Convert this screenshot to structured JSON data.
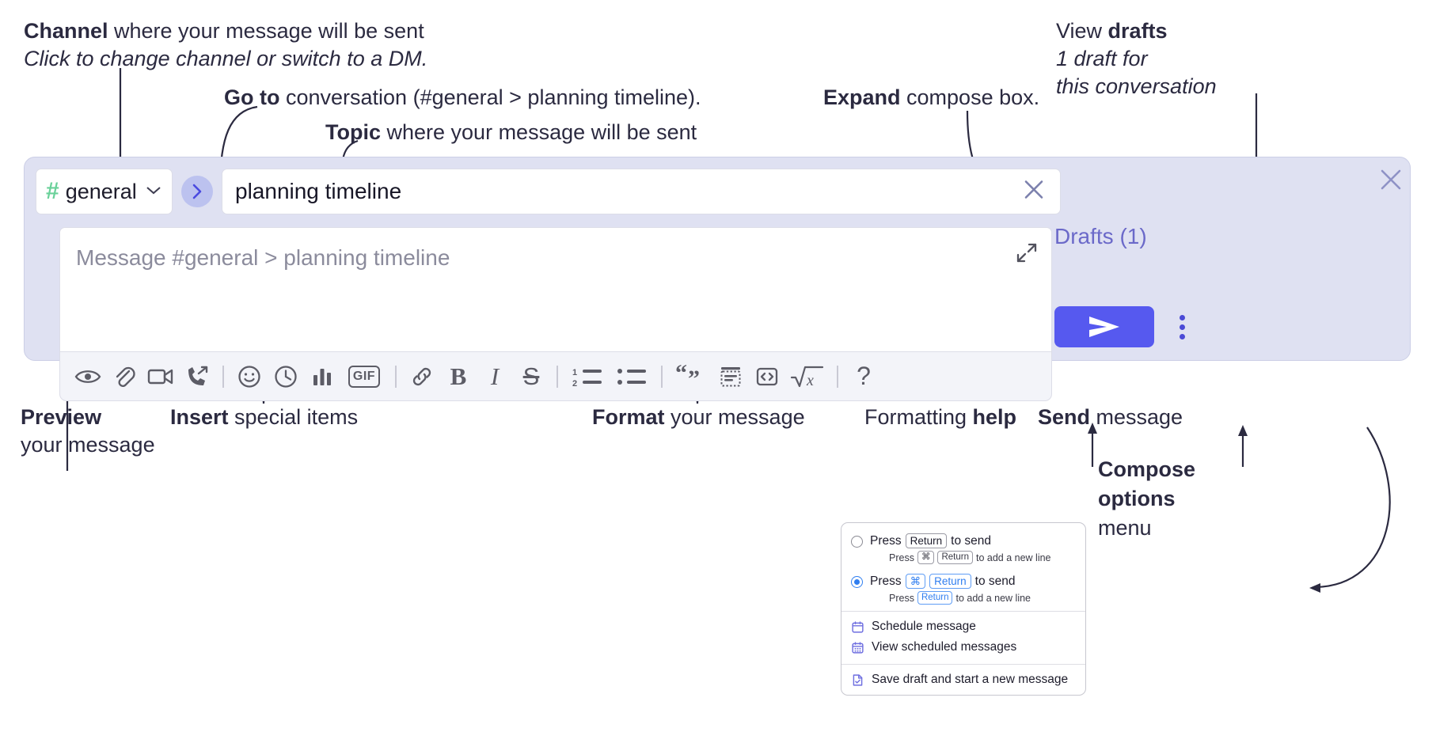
{
  "annotations": {
    "channel": {
      "bold": "Channel",
      "rest": " where your message will be sent",
      "italic": "Click to change channel or switch to a DM."
    },
    "goto": {
      "bold": "Go to",
      "rest": " conversation (#general > planning timeline)."
    },
    "topic": {
      "bold": "Topic",
      "rest": " where your message will be sent"
    },
    "expand": {
      "bold": "Expand",
      "rest": " compose box."
    },
    "drafts": {
      "line1_rest": "View ",
      "line1_bold": "drafts",
      "line2": "1 draft for",
      "line3": "this conversation"
    },
    "preview": {
      "bold": "Preview",
      "line2": "your message"
    },
    "insert": {
      "bold": "Insert",
      "rest": " special items"
    },
    "format": {
      "bold": "Format",
      "rest": " your message"
    },
    "help": {
      "rest": "Formatting ",
      "bold": "help"
    },
    "send": {
      "bold": "Send",
      "rest": " message"
    },
    "compose_options": {
      "line1": "Compose",
      "line2": "options",
      "line3": "menu"
    }
  },
  "compose": {
    "channel": {
      "hash": "#",
      "name": "general",
      "chevron": "chevron-down"
    },
    "goto_button": "›",
    "topic": {
      "value": "planning timeline",
      "clear": "close-icon"
    },
    "message": {
      "placeholder": "Message #general > planning timeline"
    },
    "drafts_label": "Drafts (1)",
    "send_icon": "send-paper-plane",
    "toolbar": [
      {
        "name": "preview-icon",
        "kind": "eye"
      },
      {
        "name": "attach-icon",
        "kind": "paperclip"
      },
      {
        "name": "video-icon",
        "kind": "video"
      },
      {
        "name": "huddle-icon",
        "kind": "phone"
      },
      {
        "name": "divider",
        "kind": "divider"
      },
      {
        "name": "emoji-icon",
        "kind": "smiley"
      },
      {
        "name": "reminder-icon",
        "kind": "clock"
      },
      {
        "name": "poll-icon",
        "kind": "bars"
      },
      {
        "name": "gif-icon",
        "kind": "gif",
        "label": "GIF"
      },
      {
        "name": "divider",
        "kind": "divider"
      },
      {
        "name": "link-icon",
        "kind": "link"
      },
      {
        "name": "bold-icon",
        "kind": "bold",
        "label": "B"
      },
      {
        "name": "italic-icon",
        "kind": "italic",
        "label": "I"
      },
      {
        "name": "strikethrough-icon",
        "kind": "strike",
        "label": "S"
      },
      {
        "name": "divider",
        "kind": "divider"
      },
      {
        "name": "ordered-list-icon",
        "kind": "ollist"
      },
      {
        "name": "bulleted-list-icon",
        "kind": "ullist"
      },
      {
        "name": "divider",
        "kind": "divider"
      },
      {
        "name": "blockquote-icon",
        "kind": "quote"
      },
      {
        "name": "code-block-icon",
        "kind": "codeblock"
      },
      {
        "name": "inline-code-icon",
        "kind": "code"
      },
      {
        "name": "equation-icon",
        "kind": "sqrt"
      },
      {
        "name": "divider",
        "kind": "divider"
      },
      {
        "name": "formatting-help-icon",
        "kind": "question",
        "label": "?"
      }
    ]
  },
  "menu": {
    "options": [
      {
        "selected": false,
        "main": [
          "Press",
          "Return",
          "to send"
        ],
        "sub": [
          "Press",
          "⌘",
          "Return",
          "to add a new line"
        ]
      },
      {
        "selected": true,
        "main": [
          "Press",
          "⌘",
          "Return",
          "to send"
        ],
        "sub": [
          "Press",
          "Return",
          "to add a new line"
        ]
      }
    ],
    "items": [
      {
        "icon": "calendar-icon",
        "label": "Schedule message"
      },
      {
        "icon": "calendar-grid-icon",
        "label": "View scheduled messages"
      },
      {
        "icon": "save-draft-icon",
        "label": "Save draft and start a new message",
        "separator_before": true
      }
    ]
  },
  "colors": {
    "accent": "#5659ef",
    "panel_bg": "#dfe1f2",
    "drafts_text": "#6b69c9",
    "hash_green": "#6ad19a",
    "selected_blue": "#2f7ef0",
    "text": "#2b2a40"
  }
}
